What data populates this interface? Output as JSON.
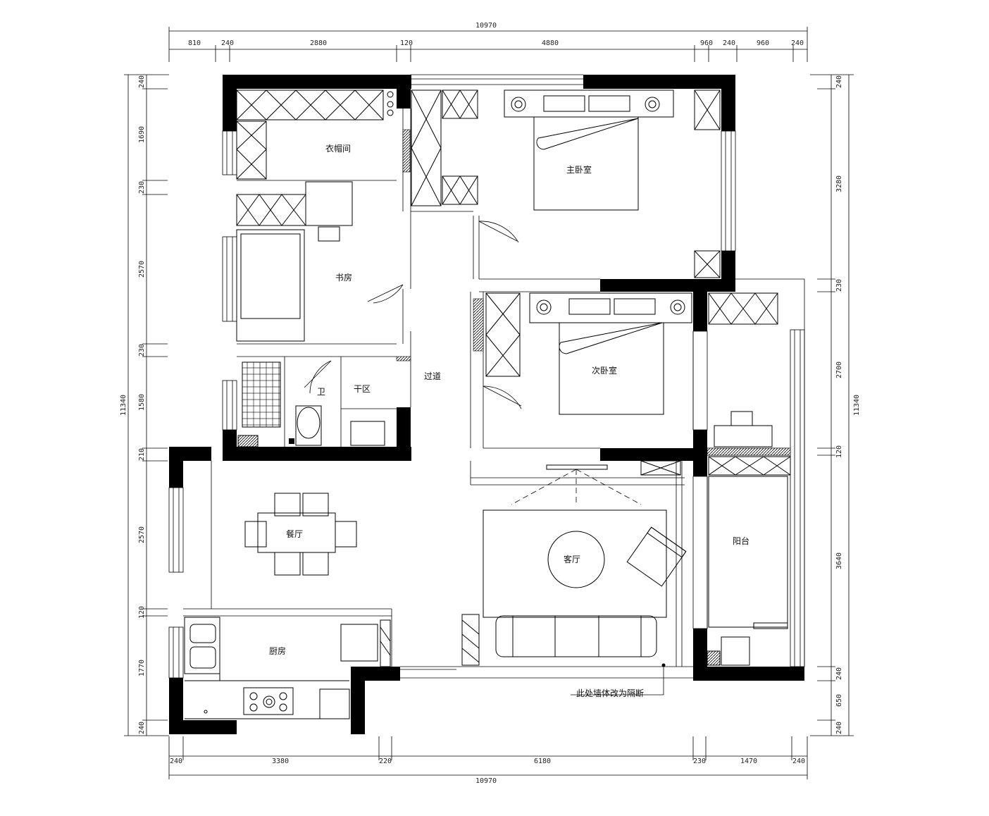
{
  "plan": {
    "totals": {
      "top": "10970",
      "bottom": "10970",
      "left": "11340",
      "right": "11340"
    },
    "top_dims": [
      "810",
      "240",
      "2880",
      "120",
      "4880",
      "960",
      "240",
      "960",
      "240"
    ],
    "bottom_dims": [
      "240",
      "3380",
      "220",
      "6180",
      "230",
      "1470",
      "240"
    ],
    "left_dims": [
      "240",
      "1690",
      "230",
      "2570",
      "230",
      "1580",
      "210",
      "2570",
      "120",
      "1770",
      "240"
    ],
    "right_dims": [
      "240",
      "3280",
      "230",
      "2700",
      "120",
      "3640",
      "240",
      "650",
      "240"
    ],
    "rooms": {
      "cloakroom": "衣帽间",
      "master_bedroom": "主卧室",
      "study": "书房",
      "second_bedroom": "次卧室",
      "bathroom": "卫",
      "dry_area": "干区",
      "corridor": "过道",
      "dining": "餐厅",
      "living": "客厅",
      "balcony": "阳台",
      "kitchen": "厨房"
    },
    "annotation": "此处墙体改为隔断"
  }
}
